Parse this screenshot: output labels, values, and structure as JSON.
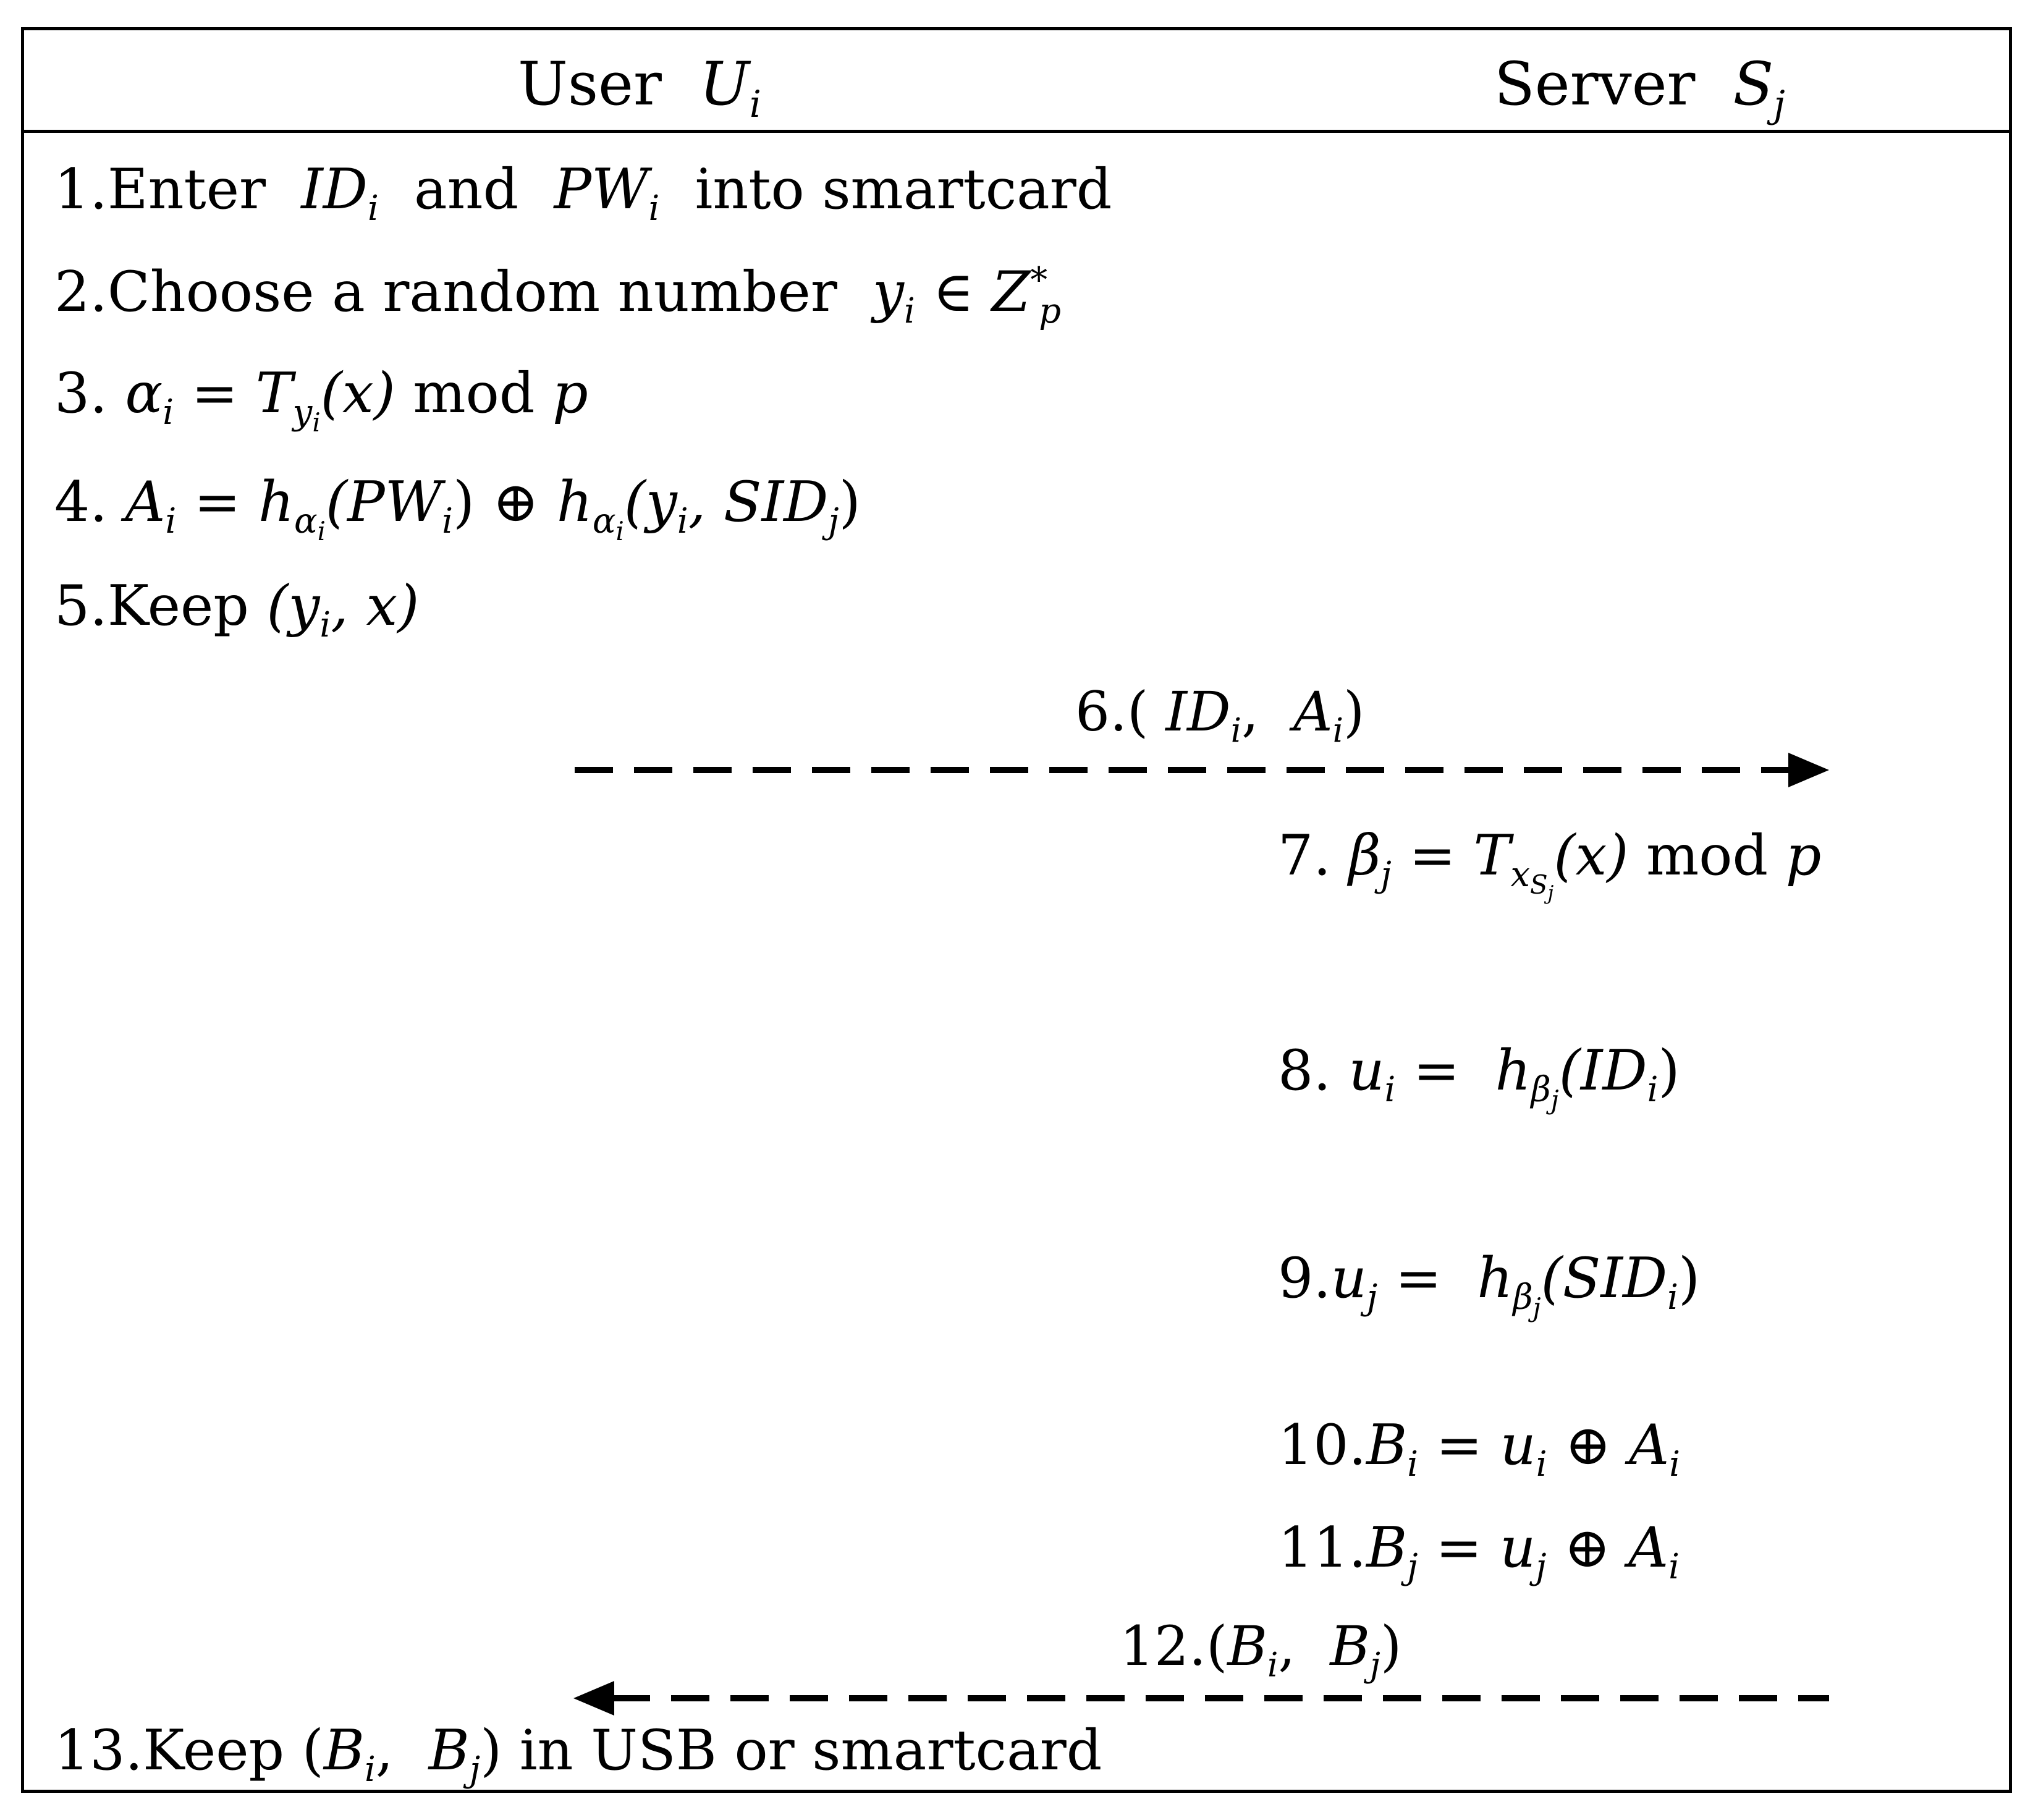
{
  "header": {
    "user_label": "User",
    "user_symbol": "U",
    "user_symbol_sub": "i",
    "server_label": "Server",
    "server_symbol": "S",
    "server_symbol_sub": "j"
  },
  "steps": {
    "s1": {
      "num": "1.",
      "t1": "Enter",
      "v1": "ID",
      "v1sub": "i",
      "t2": "and",
      "v2": "PW",
      "v2sub": "i",
      "t3": "into smartcard"
    },
    "s2": {
      "num": "2.",
      "t1": "Choose a random number",
      "v1": "y",
      "v1sub": "i",
      "op": "∈",
      "set": "Z",
      "setsub": "p",
      "setsup": "*"
    },
    "s3": {
      "num": "3.",
      "lhs": "α",
      "lhssub": "i",
      "eq": "=",
      "fn": "T",
      "fnsub": "y",
      "fnsubsub": "i",
      "arg": "(x)",
      "tail": "mod",
      "mod": "p"
    },
    "s4": {
      "num": "4.",
      "lhs": "A",
      "lhssub": "i",
      "eq": "=",
      "h1": "h",
      "h1sub": "α",
      "h1subsub": "i",
      "arg1": "(PW",
      "arg1sub": "i",
      "close1": ")",
      "xor": "⊕",
      "h2": "h",
      "h2sub": "α",
      "h2subsub": "i",
      "arg2a": "(y",
      "arg2asub": "i",
      "arg2b": ", SID",
      "arg2bsub": "j",
      "close2": ")"
    },
    "s5": {
      "num": "5.",
      "t1": "Keep",
      "open": "(y",
      "opensub": "i",
      "rest": ", x)"
    },
    "s6": {
      "num": "6.",
      "open": "(",
      "v1": "ID",
      "v1sub": "i",
      "comma": ",",
      "v2": "A",
      "v2sub": "i",
      "close": ")"
    },
    "s7": {
      "num": "7.",
      "lhs": "β",
      "lhssub": "j",
      "eq": "=",
      "fn": "T",
      "fnsub": "x",
      "fnsubS": "S",
      "fnsubSsub": "j",
      "arg": "(x)",
      "tail": "mod",
      "mod": "p"
    },
    "s8": {
      "num": "8.",
      "lhs": "u",
      "lhssub": "i",
      "eq": "=",
      "h": "h",
      "hsub": "β",
      "hsubsub": "j",
      "arg": "(ID",
      "argsub": "i",
      "close": ")"
    },
    "s9": {
      "num": "9.",
      "lhs": "u",
      "lhssub": "j",
      "eq": "=",
      "h": "h",
      "hsub": "β",
      "hsubsub": "j",
      "arg": "(SID",
      "argsub": "i",
      "close": ")"
    },
    "s10": {
      "num": "10.",
      "lhs": "B",
      "lhssub": "i",
      "eq": "=",
      "a": "u",
      "asub": "i",
      "xor": "⊕",
      "b": "A",
      "bsub": "i"
    },
    "s11": {
      "num": "11.",
      "lhs": "B",
      "lhssub": "j",
      "eq": "=",
      "a": "u",
      "asub": "j",
      "xor": "⊕",
      "b": "A",
      "bsub": "i"
    },
    "s12": {
      "num": "12.",
      "open": "(",
      "v1": "B",
      "v1sub": "i",
      "comma": ",",
      "v2": "B",
      "v2sub": "j",
      "close": ")"
    },
    "s13": {
      "num": "13.",
      "t1": "Keep",
      "open": "(",
      "v1": "B",
      "v1sub": "i",
      "comma": ",",
      "v2": "B",
      "v2sub": "j",
      "close": ")",
      "t2": "in USB or smartcard"
    }
  }
}
